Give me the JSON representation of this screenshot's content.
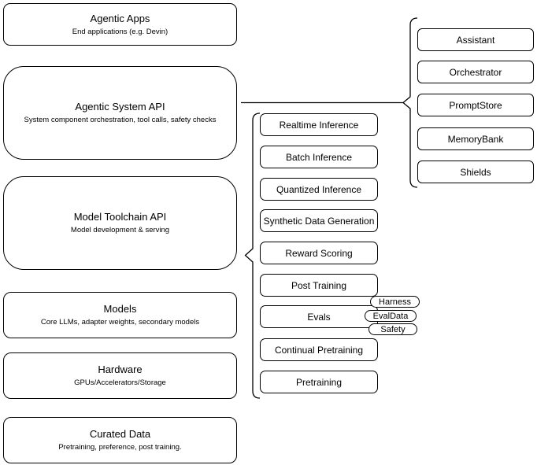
{
  "stack": [
    {
      "title": "Agentic Apps",
      "subtitle": "End applications (e.g. Devin)"
    },
    {
      "title": "Agentic System API",
      "subtitle": "System component orchestration, tool calls, safety checks"
    },
    {
      "title": "Model Toolchain API",
      "subtitle": "Model development & serving"
    },
    {
      "title": "Models",
      "subtitle": "Core LLMs, adapter weights, secondary models"
    },
    {
      "title": "Hardware",
      "subtitle": "GPUs/Accelerators/Storage"
    },
    {
      "title": "Curated Data",
      "subtitle": "Pretraining, preference, post training."
    }
  ],
  "toolchain_components": [
    "Realtime Inference",
    "Batch Inference",
    "Quantized Inference",
    "Synthetic Data Generation",
    "Reward Scoring",
    "Post Training",
    "Evals",
    "Continual Pretraining",
    "Pretraining"
  ],
  "evals_tags": [
    "Harness",
    "EvalData",
    "Safety"
  ],
  "system_components": [
    "Assistant",
    "Orchestrator",
    "PromptStore",
    "MemoryBank",
    "Shields"
  ],
  "colors": {
    "stroke": "#000000",
    "fill": "#ffffff",
    "background": "#ffffff",
    "text": "#000000"
  }
}
